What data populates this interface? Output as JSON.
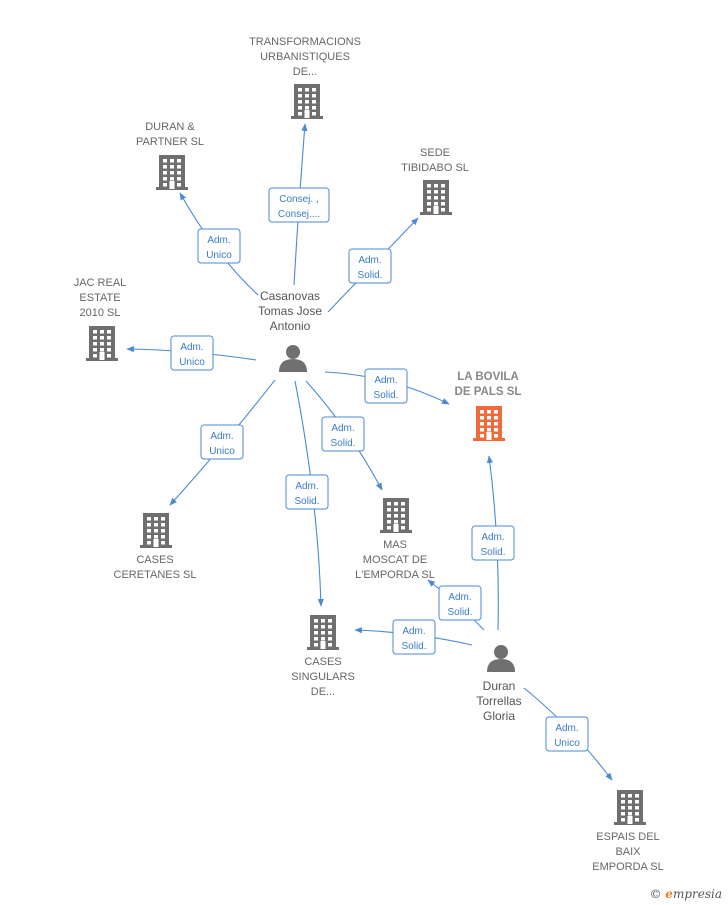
{
  "colors": {
    "building": "#6f6f6f",
    "focus": "#f26a3b",
    "edge": "#4a8ad4",
    "person": "#707070"
  },
  "companies": [
    {
      "id": "transformacions",
      "lines": [
        "TRANSFORMACIONS",
        "URBANISTIQUES",
        "DE..."
      ]
    },
    {
      "id": "duran-partner",
      "lines": [
        "DURAN &",
        "PARTNER  SL"
      ]
    },
    {
      "id": "sede-tibidabo",
      "lines": [
        "SEDE",
        "TIBIDABO SL"
      ]
    },
    {
      "id": "jac-real",
      "lines": [
        "JAC REAL",
        "ESTATE",
        "2010 SL"
      ]
    },
    {
      "id": "la-bovila",
      "lines": [
        "LA BOVILA",
        "DE PALS  SL"
      ],
      "focus": true
    },
    {
      "id": "cases-ceretanes",
      "lines": [
        "CASES",
        "CERETANES SL"
      ]
    },
    {
      "id": "mas-moscat",
      "lines": [
        "MAS",
        "MOSCAT DE",
        "L'EMPORDA  SL"
      ]
    },
    {
      "id": "cases-singulars",
      "lines": [
        "CASES",
        "SINGULARS",
        "DE..."
      ]
    },
    {
      "id": "espais-baix",
      "lines": [
        "ESPAIS DEL",
        "BAIX",
        "EMPORDA  SL"
      ]
    }
  ],
  "people": [
    {
      "id": "casanovas",
      "lines": [
        "Casanovas",
        "Tomas Jose",
        "Antonio"
      ]
    },
    {
      "id": "duran-torrellas",
      "lines": [
        "Duran",
        "Torrellas",
        "Gloria"
      ]
    }
  ],
  "edges": [
    {
      "from": "casanovas",
      "to": "transformacions",
      "lines": [
        "Consej. ,",
        "Consej...."
      ]
    },
    {
      "from": "casanovas",
      "to": "duran-partner",
      "lines": [
        "Adm.",
        "Unico"
      ]
    },
    {
      "from": "casanovas",
      "to": "sede-tibidabo",
      "lines": [
        "Adm.",
        "Solid."
      ]
    },
    {
      "from": "casanovas",
      "to": "jac-real",
      "lines": [
        "Adm.",
        "Unico"
      ]
    },
    {
      "from": "casanovas",
      "to": "la-bovila",
      "lines": [
        "Adm.",
        "Solid."
      ]
    },
    {
      "from": "casanovas",
      "to": "cases-ceretanes",
      "lines": [
        "Adm.",
        "Unico"
      ]
    },
    {
      "from": "casanovas",
      "to": "mas-moscat",
      "lines": [
        "Adm.",
        "Solid."
      ]
    },
    {
      "from": "casanovas",
      "to": "cases-singulars",
      "lines": [
        "Adm.",
        "Solid."
      ]
    },
    {
      "from": "duran-torrellas",
      "to": "la-bovila",
      "lines": [
        "Adm.",
        "Solid."
      ]
    },
    {
      "from": "duran-torrellas",
      "to": "mas-moscat",
      "lines": [
        "Adm.",
        "Solid."
      ]
    },
    {
      "from": "duran-torrellas",
      "to": "cases-singulars",
      "lines": [
        "Adm.",
        "Solid."
      ]
    },
    {
      "from": "duran-torrellas",
      "to": "espais-baix",
      "lines": [
        "Adm.",
        "Unico"
      ]
    }
  ],
  "brand": {
    "copyright": "©",
    "initial": "e",
    "rest": "mpresia"
  }
}
